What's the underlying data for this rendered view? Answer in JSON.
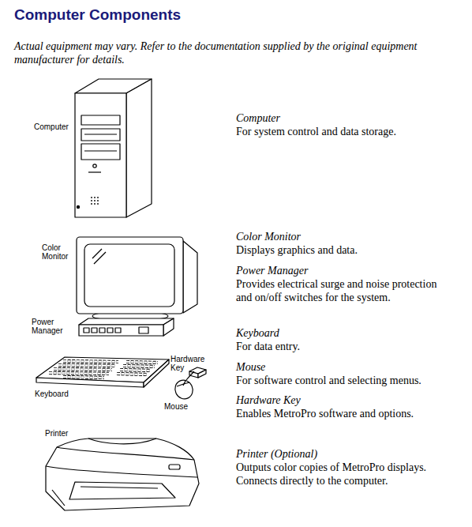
{
  "diagram": {
    "title": "Computer Components",
    "labels": [
      "Actual equipment may vary. Refer to the documentation supplied by the original equipment manufacturer for details.",
      "Computer",
      "Computer",
      "For system control and data storage.",
      "Color Monitor",
      "Power Manager",
      "Hardware Key",
      "Keyboard",
      "Mouse",
      "Printer",
      "Color Monitor",
      "Displays graphics and data.",
      "Power Manager",
      "Provides electrical surge and noise protection and on/off switches for the system.",
      "Keyboard",
      "For data entry.",
      "Mouse",
      "For software control and selecting menus.",
      "Hardware Key",
      "Enables MetroPro software and options.",
      "Printer (Optional)",
      "Outputs color copies of MetroPro displays. Connects directly to the computer."
    ]
  }
}
